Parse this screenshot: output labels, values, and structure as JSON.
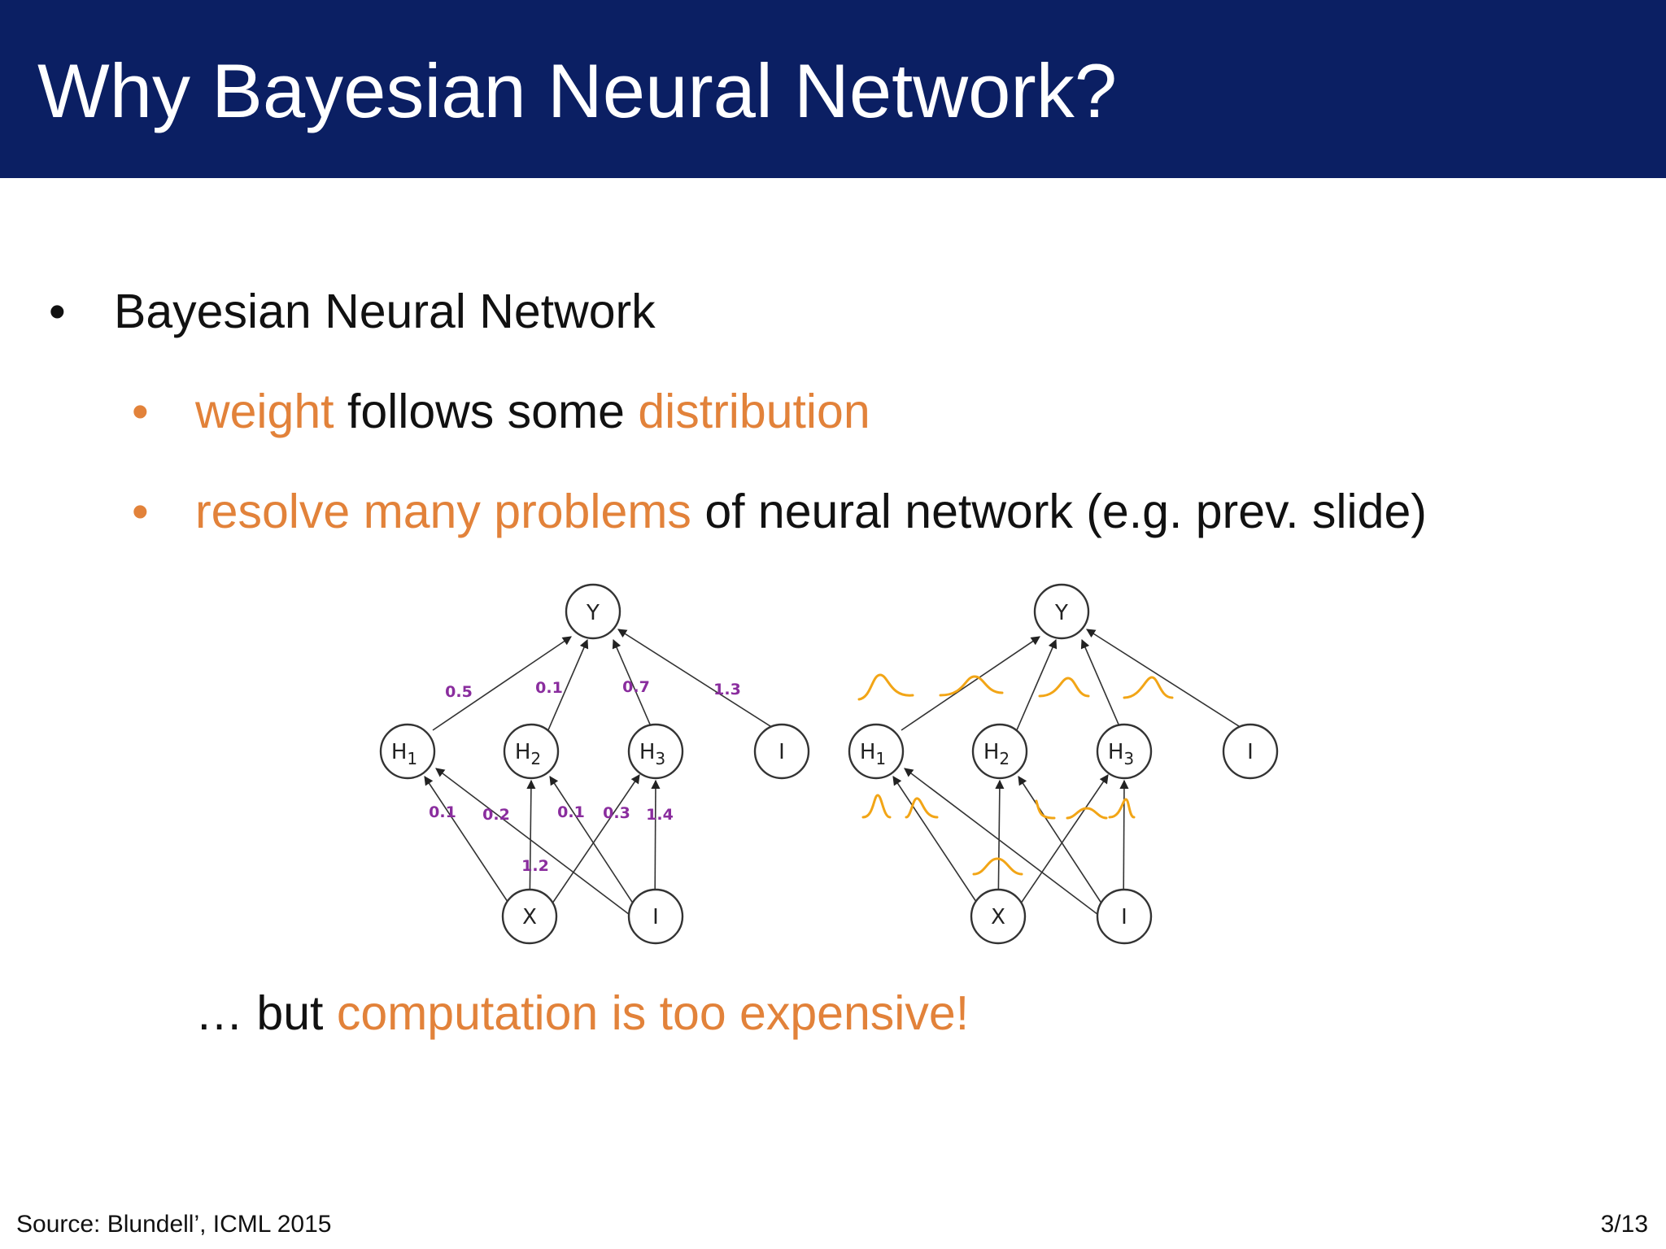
{
  "slide": {
    "title": "Why Bayesian Neural Network?",
    "bullet_main": "Bayesian Neural Network",
    "sub1": {
      "part1": "weight",
      "part2": " follows some ",
      "part3": "distribution"
    },
    "sub2": {
      "part1": "resolve many problems",
      "part2": " of neural network (e.g. prev. slide)"
    },
    "conclusion": {
      "part1": "… but ",
      "part2": "computation is too expensive!"
    },
    "source": "Source: Blundell’, ICML 2015",
    "page_number": "3/13"
  },
  "diagram": {
    "node_labels": {
      "Y": "Y",
      "H1": "H",
      "H1_sub": "1",
      "H2": "H",
      "H2_sub": "2",
      "H3": "H",
      "H3_sub": "3",
      "bias": "I",
      "X": "X"
    },
    "left_weights": {
      "h1_y": "0.5",
      "h2_y": "0.1",
      "h3_y": "0.7",
      "b_y": "1.3",
      "x_h1": "0.1",
      "b_h1": "0.2",
      "x_h2": "1.2",
      "b_h2": "0.1",
      "x_h3": "0.3",
      "b_h3": "1.4"
    }
  },
  "colors": {
    "header": "#0b1f63",
    "accent": "#e2823a",
    "weight_label": "#8a2d9e",
    "distribution": "#f2a516"
  }
}
